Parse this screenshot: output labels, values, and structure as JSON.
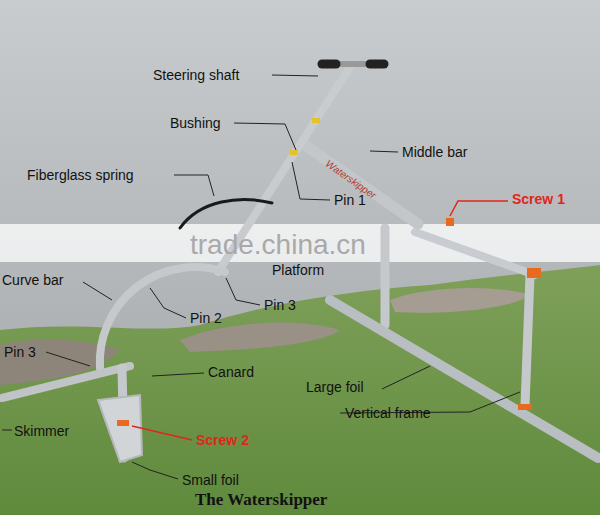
{
  "diagram": {
    "caption": "The Waterskipper",
    "labels": [
      "Steering shaft",
      "Bushing",
      "Middle bar",
      "Fiberglass spring",
      "Pin 1",
      "Screw 1",
      "Waterskipper",
      "trade.china.cn",
      "Platform",
      "Curve bar",
      "Pin 3",
      "Pin 2",
      "Pin 3",
      "Canard",
      "Large foil",
      "Screw 2",
      "Vertical frame",
      "Skimmer",
      "Small foil"
    ]
  }
}
